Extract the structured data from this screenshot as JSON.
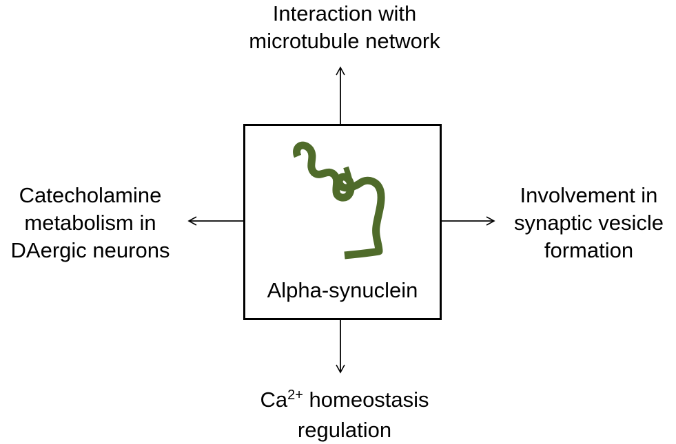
{
  "diagram": {
    "center": {
      "title": "Alpha-synuclein",
      "protein_color": "#4f6b2a"
    },
    "top": {
      "line1": "Interaction with",
      "line2": "microtubule network"
    },
    "left": {
      "line1": "Catecholamine",
      "line2": "metabolism in",
      "line3": "DAergic neurons"
    },
    "right": {
      "line1": "Involvement in",
      "line2": "synaptic vesicle",
      "line3": "formation"
    },
    "bottom": {
      "line1_prefix": "Ca",
      "line1_sup": "2+",
      "line1_suffix": " homeostasis",
      "line2": "regulation"
    }
  }
}
